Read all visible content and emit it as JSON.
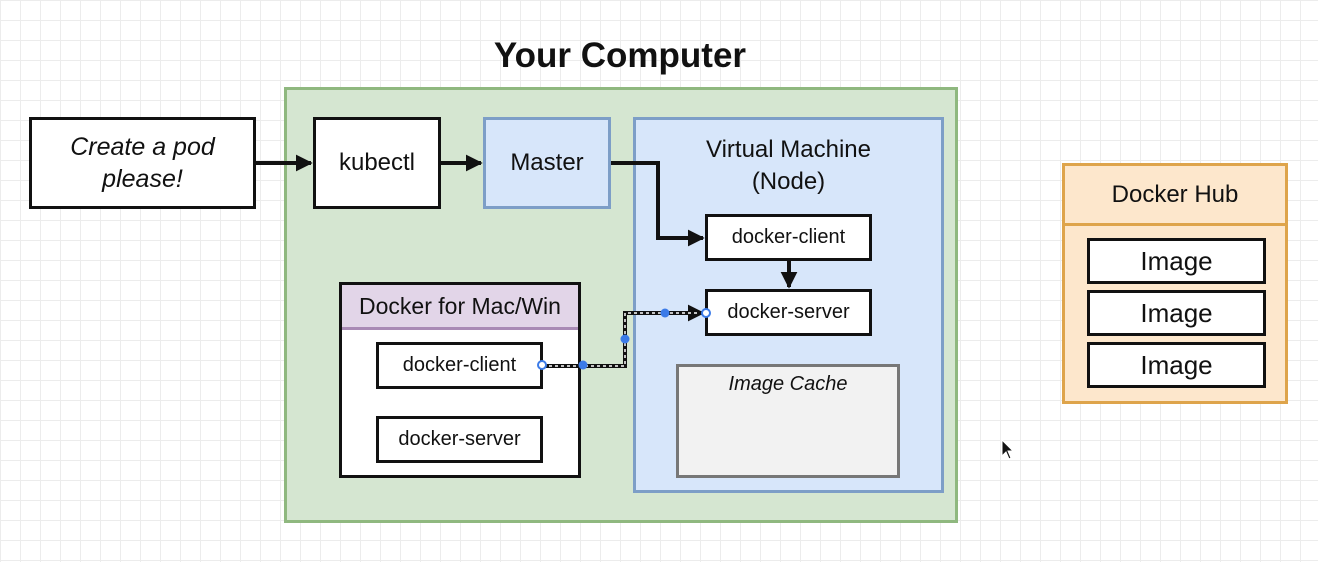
{
  "title": "Your Computer",
  "request": {
    "line1": "Create a pod",
    "line2": "please!"
  },
  "kubectl": "kubectl",
  "master": "Master",
  "vm": {
    "line1": "Virtual Machine",
    "line2": "(Node)",
    "client": "docker-client",
    "server": "docker-server",
    "cache": "Image Cache"
  },
  "docker_desktop": {
    "title": "Docker for Mac/Win",
    "client": "docker-client",
    "server": "docker-server"
  },
  "hub": {
    "title": "Docker Hub",
    "images": [
      "Image",
      "Image",
      "Image"
    ]
  },
  "colors": {
    "computer_fill": "#d5e6d1",
    "blue_fill": "#d7e6fa",
    "purple_fill": "#e2d5e8",
    "orange_fill": "#fde7cc",
    "selection": "#3b7be8"
  }
}
